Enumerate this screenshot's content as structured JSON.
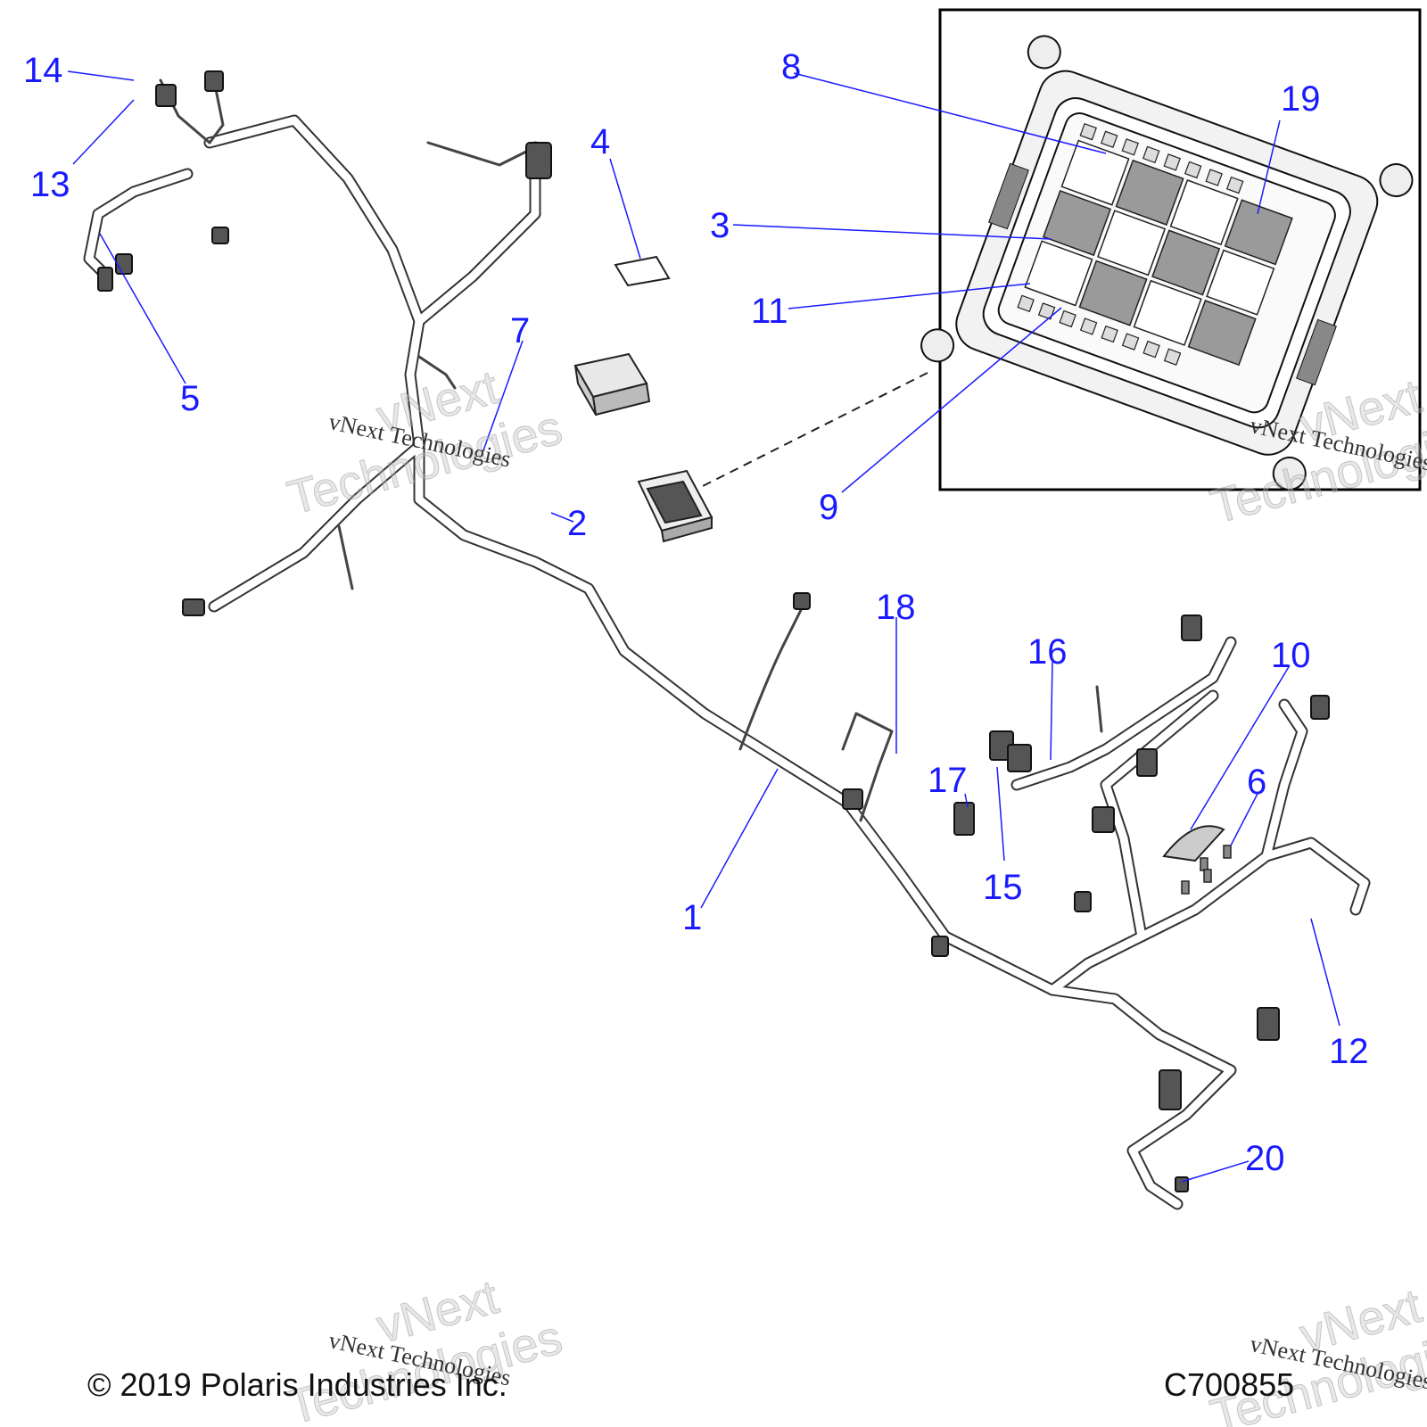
{
  "callouts": {
    "c1": "1",
    "c2": "2",
    "c3": "3",
    "c4": "4",
    "c5": "5",
    "c6": "6",
    "c7": "7",
    "c8": "8",
    "c9": "9",
    "c10": "10",
    "c11": "11",
    "c12": "12",
    "c13": "13",
    "c14": "14",
    "c15": "15",
    "c16": "16",
    "c17": "17",
    "c18": "18",
    "c19": "19",
    "c20": "20"
  },
  "footer": {
    "copyright": "© 2019 Polaris Industries Inc.",
    "code": "C700855"
  },
  "watermark": {
    "text": "vNext Technologies",
    "ghost_line1": "vNext",
    "ghost_line2": "Technologies"
  },
  "colors": {
    "callout": "#1a1aff",
    "line": "#222222",
    "harness": "#555555"
  }
}
